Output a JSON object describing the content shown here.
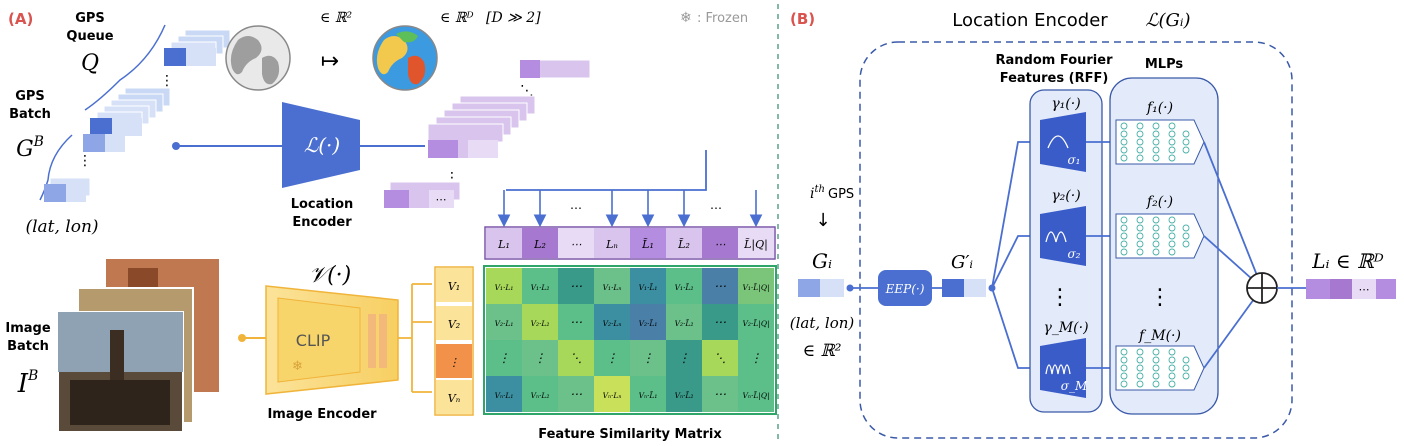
{
  "colors": {
    "panel_label": "#d9534f",
    "blue": "#4a6fd0",
    "blue_dark": "#2f55c5",
    "purple": "#a678cf",
    "purple_light": "#d9c4ee",
    "yellow": "#f7d56a",
    "yellow_dark": "#f0b43a",
    "green": "#2fa56a",
    "orange": "#f2924a",
    "dashed_green": "#5aa38a"
  },
  "panel_a": {
    "label": "(A)",
    "gps_queue": "GPS\nQueue",
    "gps_queue_symbol": "Q",
    "gps_batch": "GPS\nBatch",
    "gps_batch_symbol": "G^B",
    "lat_lon": "(lat, lon)",
    "r2": "∈ ℝ²",
    "rd": "∈ ℝᴰ",
    "d_gg_2": "D ≫ 2",
    "mapsto": "↦",
    "frozen": ": Frozen",
    "location_encoder_symbol": "ℒ(·)",
    "location_encoder_label": "Location\nEncoder",
    "image_batch": "Image\nBatch",
    "image_batch_symbol": "I^B",
    "image_encoder_symbol": "𝒱(·)",
    "clip": "CLIP",
    "image_encoder_label": "Image Encoder",
    "feature_similarity": "Feature Similarity Matrix",
    "dots": "⋯",
    "vdots": "⋮",
    "l_row": [
      "L₁",
      "L₂",
      "⋯",
      "Lₙ",
      "L̃₁",
      "L̃₂",
      "⋯",
      "L̃|Q|"
    ],
    "v_col": [
      "V₁",
      "V₂",
      "⋮",
      "Vₙ"
    ],
    "matrix_rows": [
      [
        "V₁·L₁",
        "V₁·L₂",
        "⋯",
        "V₁·Lₙ",
        "V₁·L̃₁",
        "V₁·L̃₂",
        "⋯",
        "V₁·L̃|Q|"
      ],
      [
        "V₂·L₁",
        "V₂·L₂",
        "⋯",
        "V₂·Lₙ",
        "V₂·L̃₁",
        "V₂·L̃₂",
        "⋯",
        "V₂·L̃|Q|"
      ],
      [
        "⋮",
        "⋮",
        "⋱",
        "⋮",
        "⋮",
        "⋮",
        "⋱",
        "⋮"
      ],
      [
        "Vₙ·L₁",
        "Vₙ·L₂",
        "⋯",
        "Vₙ·Lₙ",
        "Vₙ·L̃₁",
        "Vₙ·L̃₂",
        "⋯",
        "Vₙ·L̃|Q|"
      ]
    ]
  },
  "panel_b": {
    "label": "(B)",
    "title": "Location Encoder",
    "title_symbol": "ℒ(Gᵢ)",
    "ith_gps": "GPS",
    "ith_symbol": "iᵗʰ",
    "down_arrow": "↓",
    "gi": "Gᵢ",
    "lat_lon": "(lat, lon)",
    "r2": "∈ ℝ²",
    "eep": "EEP(·)",
    "gi_prime": "G′ᵢ",
    "rff_label": "Random Fourier\nFeatures (RFF)",
    "mlps_label": "MLPs",
    "gammas": [
      "γ₁(·)",
      "γ₂(·)",
      "γ_M(·)"
    ],
    "sigmas": [
      "σ₁",
      "σ₂",
      "σ_M"
    ],
    "fs": [
      "f₁(·)",
      "f₂(·)",
      "f_M(·)"
    ],
    "vdots": "⋮",
    "oplus": "⊕",
    "li": "Lᵢ ∈ ℝᴰ",
    "li_dots": "⋯"
  }
}
